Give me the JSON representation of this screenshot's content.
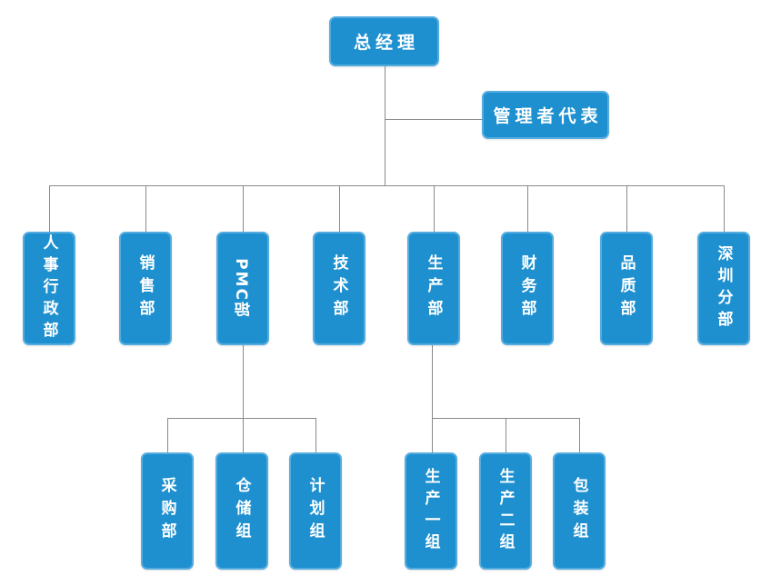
{
  "diagram": {
    "type": "org-chart",
    "colors": {
      "node_fill": "#1e90d0",
      "node_border": "#55acdf",
      "node_text": "#ffffff",
      "connector": "#8a8a8a",
      "background": "#ffffff"
    },
    "root": {
      "label": "总经理"
    },
    "staff": {
      "label": "管理者代表"
    },
    "departments": [
      {
        "label": "人事行政部"
      },
      {
        "label": "销售部"
      },
      {
        "label": "PMC部",
        "children": [
          {
            "label": "采购部"
          },
          {
            "label": "仓储组"
          },
          {
            "label": "计划组"
          }
        ]
      },
      {
        "label": "技术部"
      },
      {
        "label": "生产部",
        "children": [
          {
            "label": "生产一组"
          },
          {
            "label": "生产二组"
          },
          {
            "label": "包装组"
          }
        ]
      },
      {
        "label": "财务部"
      },
      {
        "label": "品质部"
      },
      {
        "label": "深圳分部"
      }
    ]
  }
}
